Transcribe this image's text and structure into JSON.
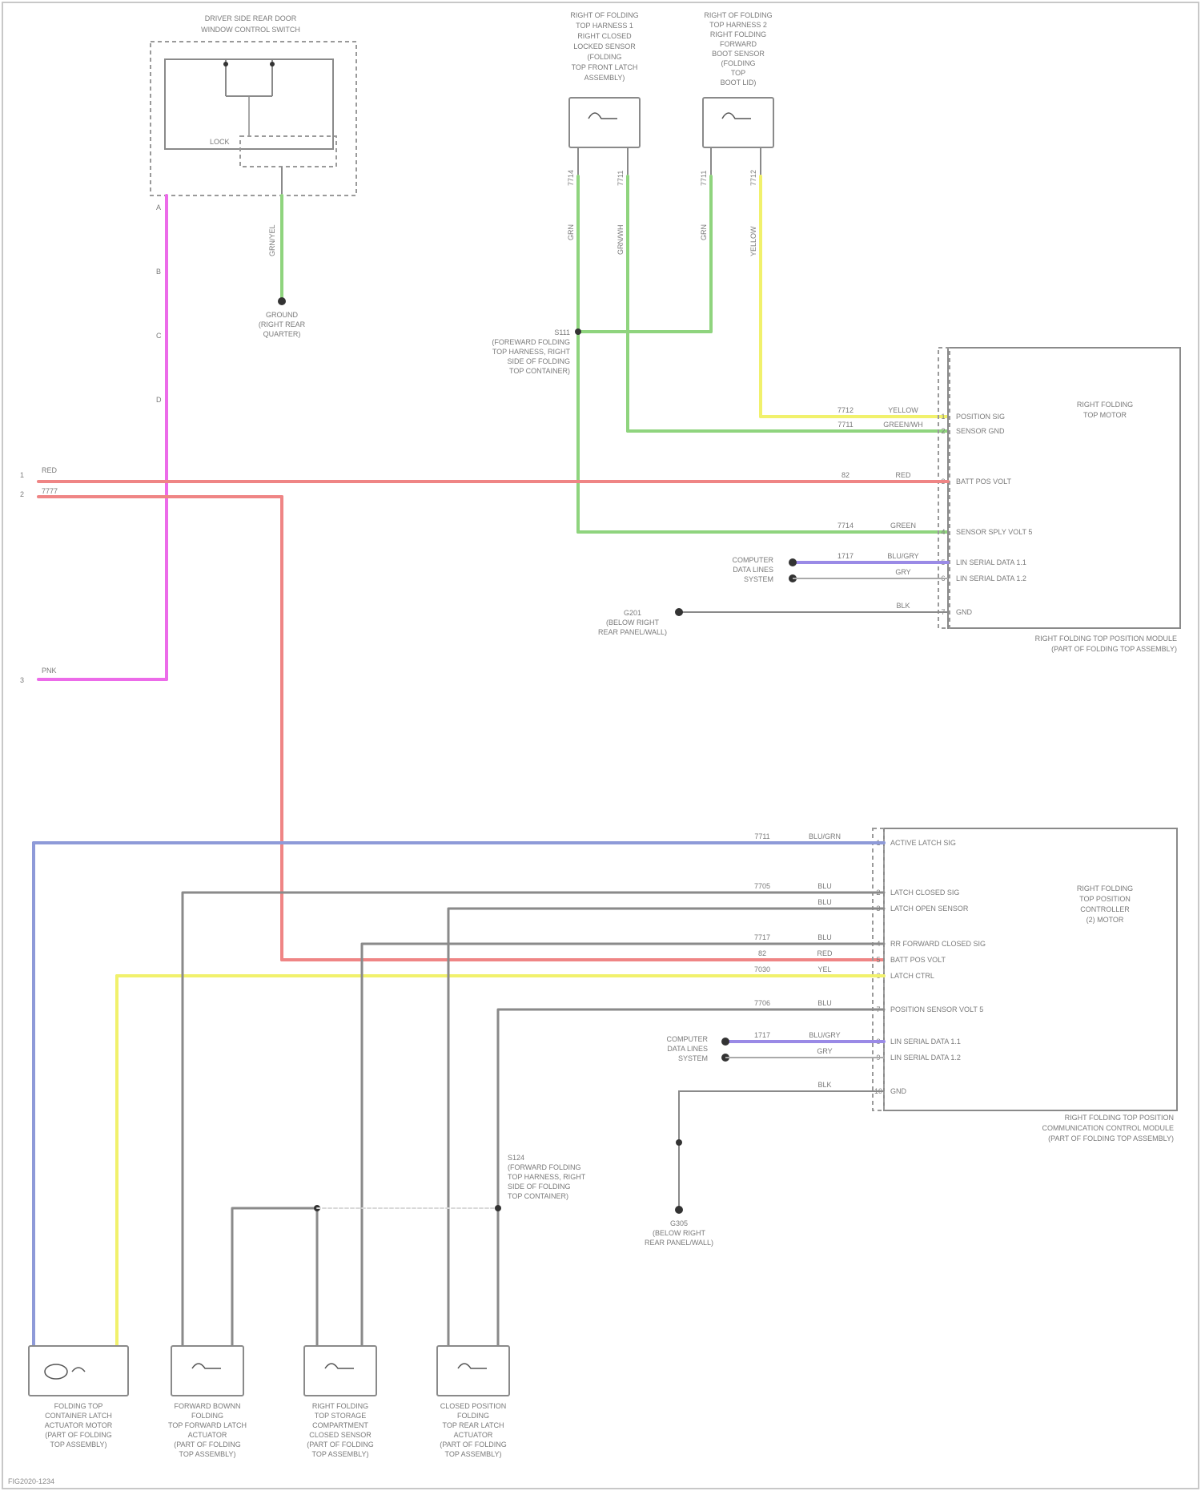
{
  "components": {
    "switch_top_left": [
      "DRIVER SIDE REAR DOOR",
      "WINDOW CONTROL SWITCH"
    ],
    "switch_top_left_inner": "LOCK",
    "ground_left": [
      "GROUND",
      "(RIGHT REAR",
      "QUARTER)"
    ],
    "sensor_a": [
      "RIGHT OF FOLDING",
      "TOP HARNESS 1",
      "RIGHT CLOSED",
      "LOCKED SENSOR",
      "(FOLDING",
      "TOP FRONT LATCH",
      "ASSEMBLY)"
    ],
    "sensor_b": [
      "RIGHT OF FOLDING",
      "TOP HARNESS 2",
      "RIGHT FOLDING",
      "FORWARD",
      "BOOT SENSOR",
      "(FOLDING",
      "TOP",
      "BOOT LID)"
    ],
    "splice_note": [
      "S111",
      "(FOREWARD FOLDING",
      "TOP HARNESS, RIGHT",
      "SIDE OF FOLDING",
      "TOP CONTAINER)"
    ],
    "module_top_title": [
      "RIGHT FOLDING",
      "TOP MOTOR"
    ],
    "module_top_caption": [
      "RIGHT FOLDING TOP POSITION MODULE",
      "(PART OF FOLDING TOP ASSEMBLY)"
    ],
    "module_top_labels": [
      "POSITION SIG",
      "SENSOR GND",
      "BATT POS VOLT",
      "SENSOR SPLY VOLT 5",
      "LIN SERIAL DATA 1.1",
      "LIN SERIAL DATA 1.2",
      "GND"
    ],
    "module_top_pins": [
      "1",
      "2",
      "3",
      "4",
      "5",
      "6",
      "7"
    ],
    "module_top_wire_ids": [
      "7712",
      "7711",
      "82",
      "7714",
      "1717",
      "",
      ""
    ],
    "module_top_wire_colors": [
      "YELLOW",
      "GREEN/WH",
      "RED",
      "GREEN",
      "BLU/GRY",
      "GRY",
      "BLK"
    ],
    "module_bottom_title": [
      "RIGHT FOLDING",
      "TOP POSITION",
      "CONTROLLER",
      "(2) MOTOR"
    ],
    "module_bottom_caption": [
      "RIGHT FOLDING TOP POSITION",
      "COMMUNICATION CONTROL MODULE",
      "(PART OF FOLDING TOP ASSEMBLY)"
    ],
    "module_bottom_labels": [
      "ACTIVE LATCH SIG",
      "LATCH CLOSED SIG",
      "LATCH OPEN SENSOR",
      "RR FORWARD CLOSED SIG",
      "BATT POS VOLT",
      "LATCH CTRL",
      "POSITION SENSOR VOLT 5",
      "LIN SERIAL DATA 1.1",
      "LIN SERIAL DATA 1.2",
      "GND"
    ],
    "module_bottom_pins": [
      "1",
      "2",
      "3",
      "4",
      "5",
      "6",
      "7",
      "8",
      "9",
      "10"
    ],
    "module_bottom_wire_ids": [
      "7711",
      "7705",
      "",
      "7717",
      "82",
      "7030",
      "7706",
      "1717",
      "",
      ""
    ],
    "module_bottom_wire_colors": [
      "BLU/GRN",
      "BLU",
      "BLU",
      "BLU",
      "RED",
      "YEL",
      "BLU",
      "BLU/GRY",
      "GRY",
      "BLK"
    ],
    "serial_left_top": [
      "COMPUTER",
      "DATA LINES",
      "SYSTEM"
    ],
    "serial_left_bottom": [
      "COMPUTER",
      "DATA LINES",
      "SYSTEM"
    ],
    "ground_top": [
      "G201",
      "(BELOW RIGHT",
      "REAR PANEL/WALL)"
    ],
    "ground_bottom": [
      "G305",
      "(BELOW RIGHT",
      "REAR PANEL/WALL)"
    ],
    "splice_bottom": [
      "S124",
      "(FORWARD FOLDING",
      "TOP HARNESS, RIGHT",
      "SIDE OF FOLDING",
      "TOP CONTAINER)"
    ],
    "left_entries": [
      {
        "pin": "1",
        "id": "RED"
      },
      {
        "pin": "2",
        "id": "7777"
      },
      {
        "pin": "3",
        "id": "PNK"
      }
    ],
    "bottom_devices": [
      [
        "FOLDING TOP",
        "CONTAINER LATCH",
        "ACTUATOR MOTOR",
        "(PART OF FOLDING",
        "TOP ASSEMBLY)"
      ],
      [
        "FORWARD BOWNN",
        "FOLDING",
        "TOP FORWARD LATCH",
        "ACTUATOR",
        "(PART OF FOLDING",
        "TOP ASSEMBLY)"
      ],
      [
        "RIGHT FOLDING",
        "TOP STORAGE",
        "COMPARTMENT",
        "CLOSED SENSOR",
        "(PART OF FOLDING",
        "TOP ASSEMBLY)"
      ],
      [
        "CLOSED POSITION",
        "FOLDING",
        "TOP REAR LATCH",
        "ACTUATOR",
        "(PART OF FOLDING",
        "TOP ASSEMBLY)"
      ]
    ],
    "footnote": "FIG2020-1234"
  },
  "colors": {
    "red": "#ef8585",
    "pink": "#ec6be9",
    "green": "#8fd47e",
    "yellow": "#f1f16c",
    "blue": "#8e9ad8",
    "purple": "#9a8ae6",
    "grey": "#8a8a8a"
  }
}
